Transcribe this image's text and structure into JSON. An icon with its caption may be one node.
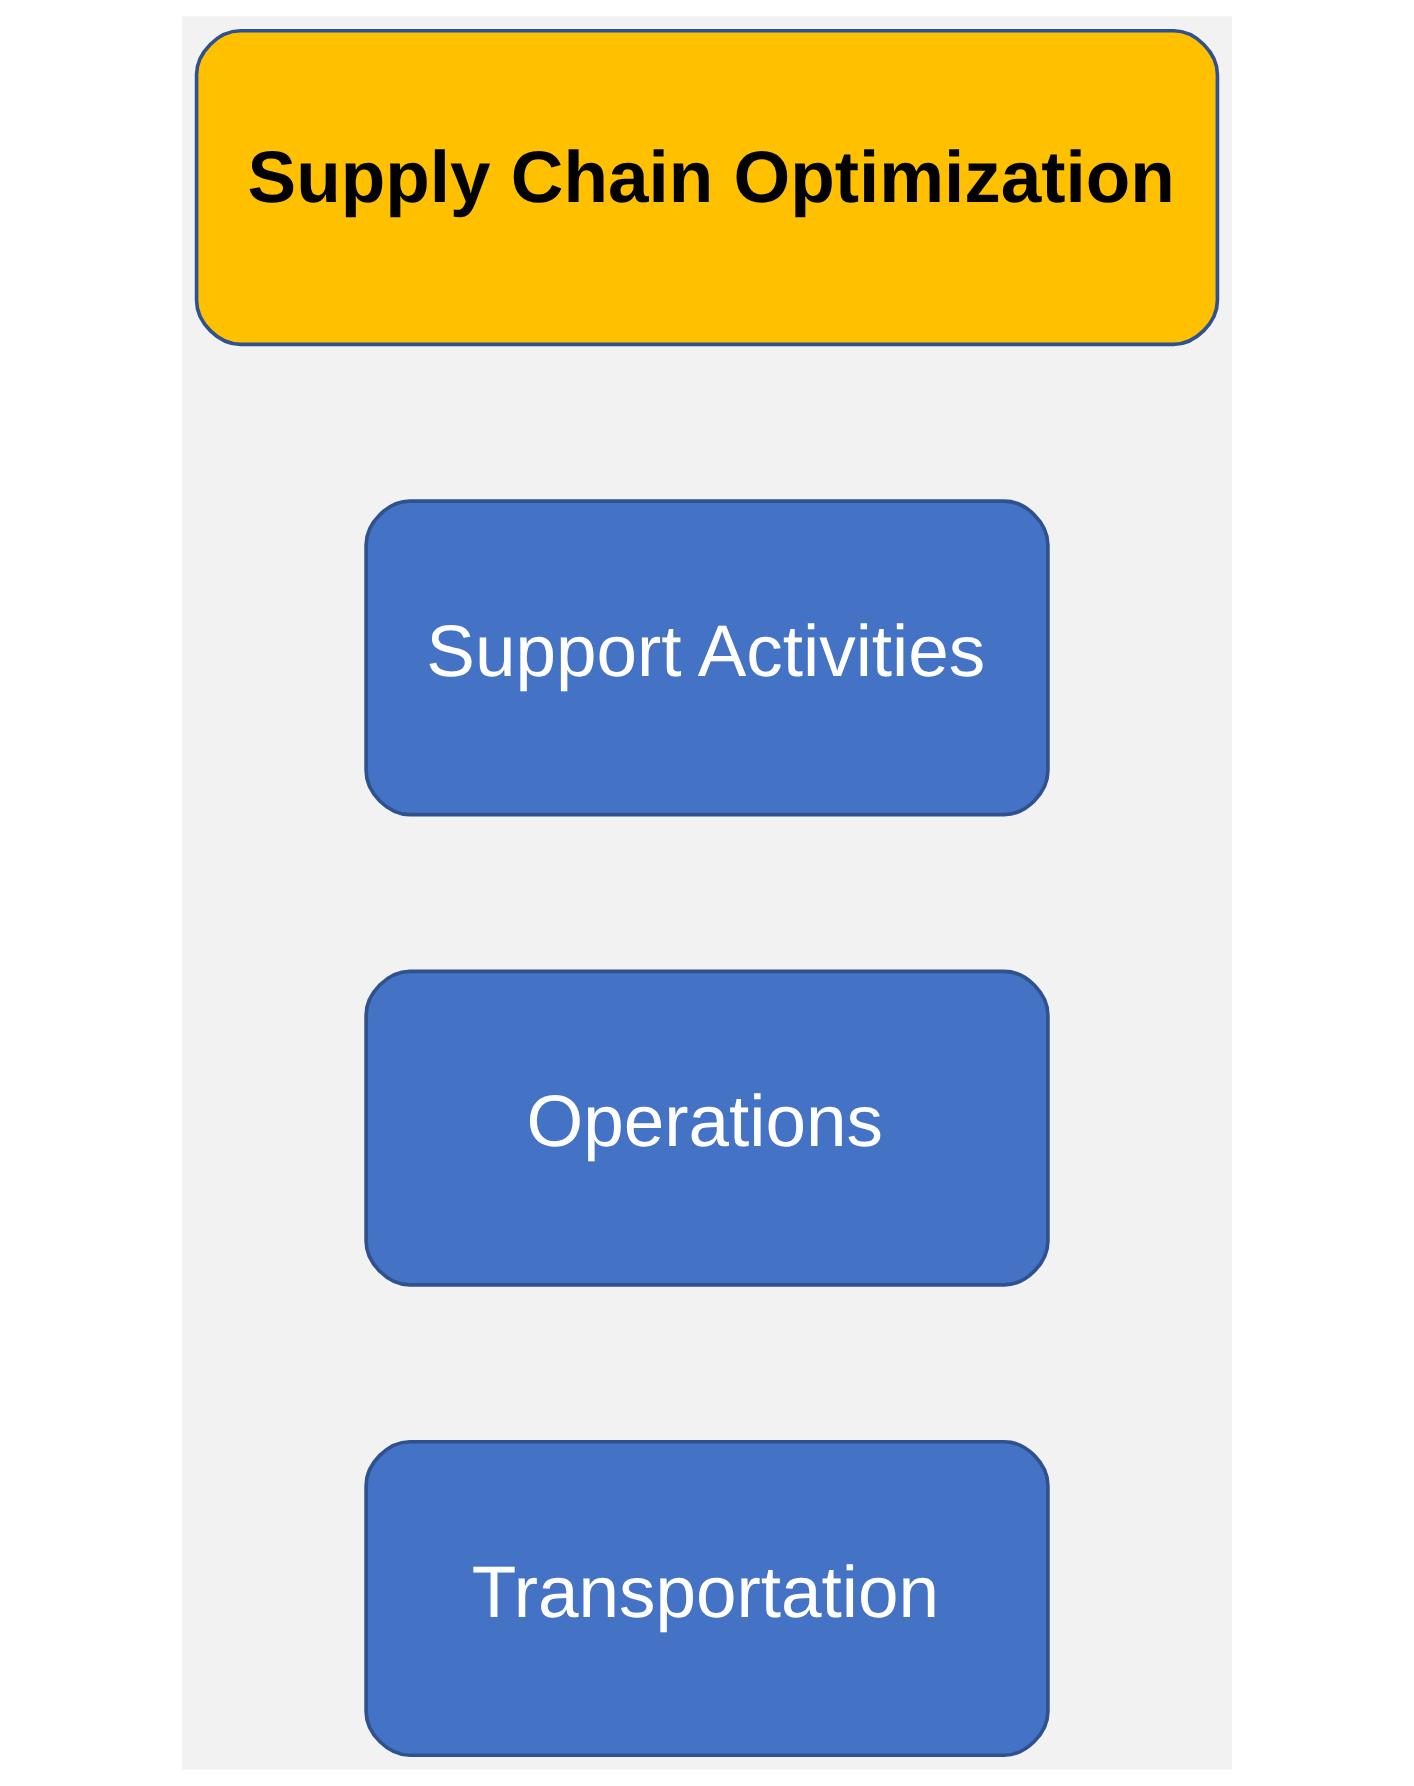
{
  "diagram": {
    "nodes": [
      {
        "text": [
          "Transportation"
        ]
      },
      {
        "text": [
          "Operations"
        ]
      },
      {
        "text": [
          "Support Activities"
        ]
      },
      {
        "text": [
          "Supply Chain Optimization"
        ]
      }
    ],
    "edges": []
  }
}
